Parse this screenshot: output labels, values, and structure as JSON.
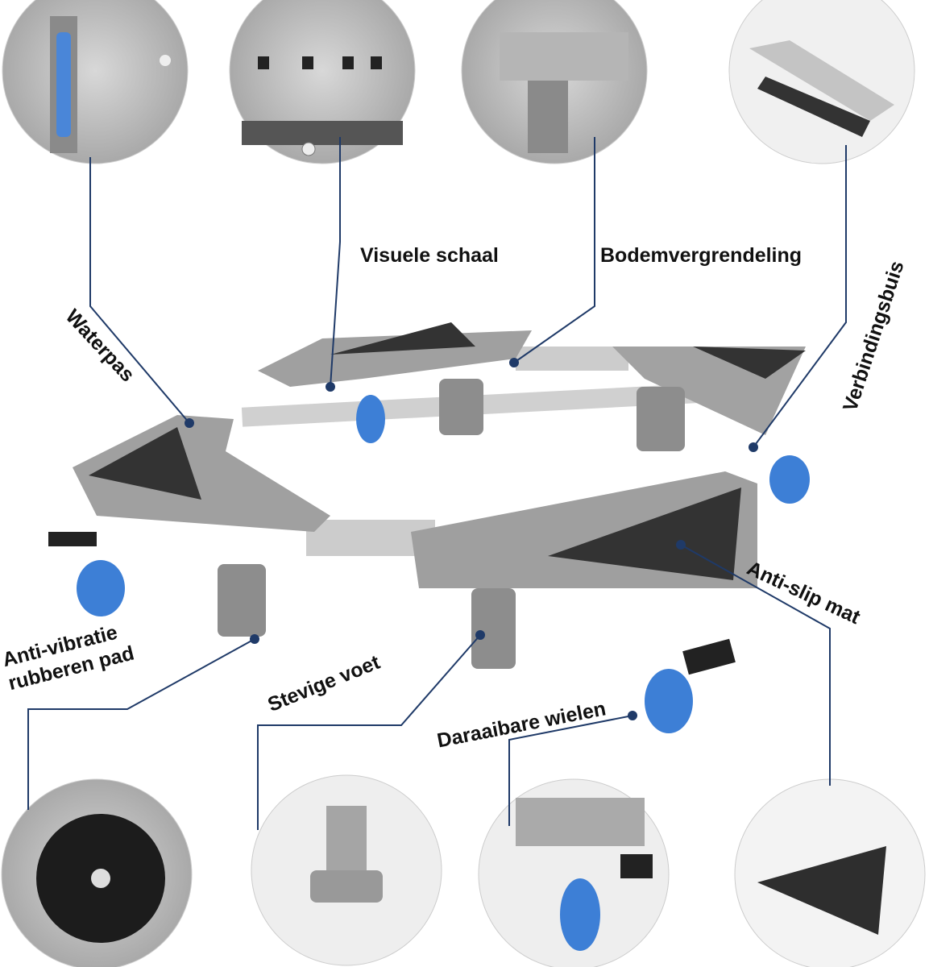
{
  "labels": {
    "waterpas": "Waterpas",
    "visuele_schaal": "Visuele schaal",
    "bodemvergrendeling": "Bodemvergrendeling",
    "verbindingsbuis": "Verbindingsbuis",
    "anti_slip_mat": "Anti-slip mat",
    "anti_vibratie_line1": "Anti-vibratie",
    "anti_vibratie_line2": "rubberen pad",
    "stevige_voet": "Stevige voet",
    "draaibare_wielen": "Daraaibare wielen"
  },
  "colors": {
    "line": "#1f3a68",
    "plastic": "#9a9a9a",
    "mat": "#3a3a3a",
    "wheel": "#3d7fd6"
  }
}
